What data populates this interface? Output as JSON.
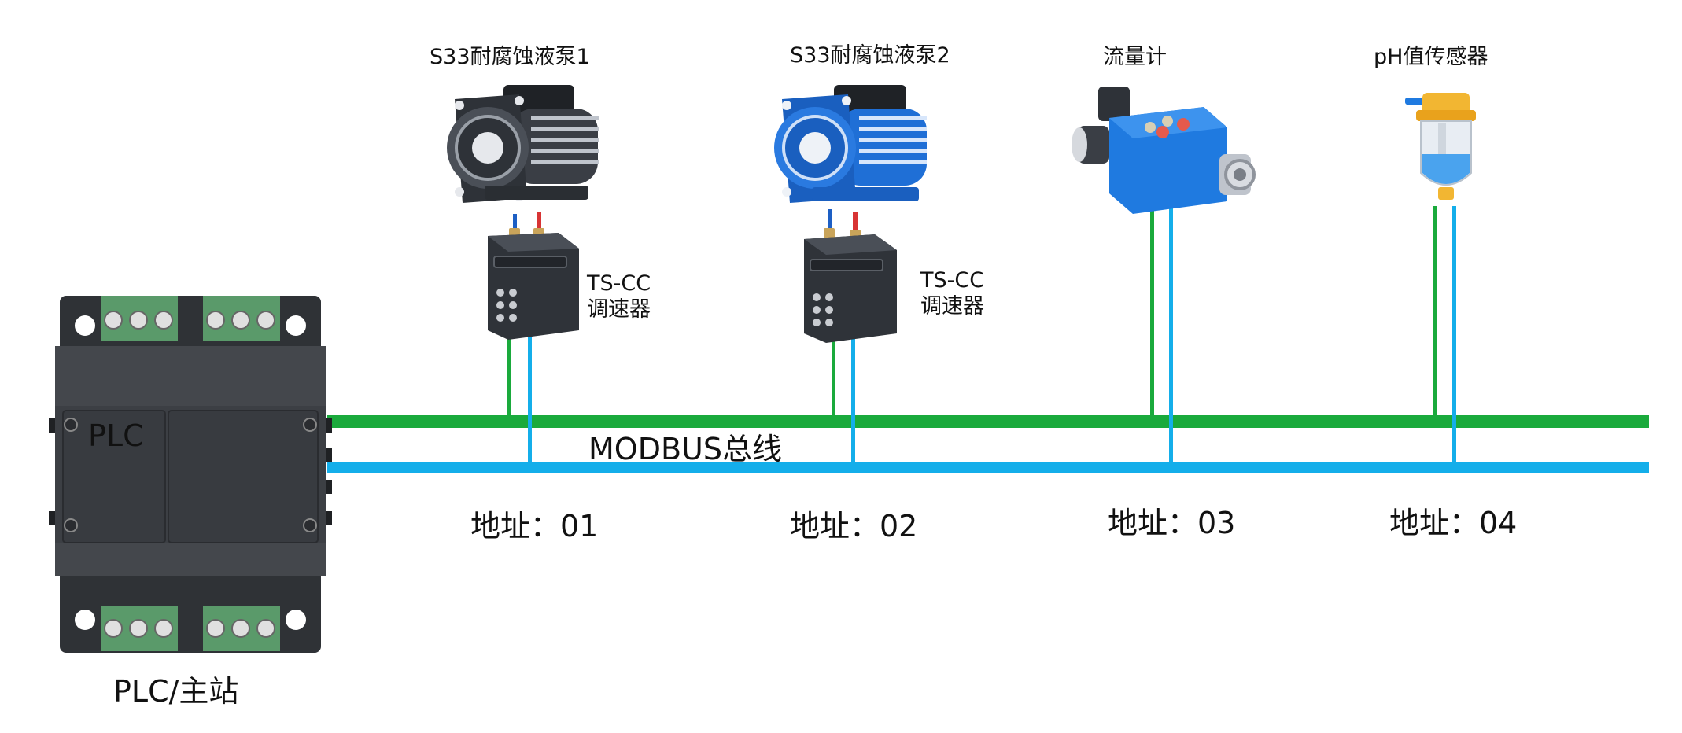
{
  "bus": {
    "label": "MODBUS总线",
    "colors": {
      "green": "#1aaa3c",
      "blue": "#14aeea"
    }
  },
  "plc": {
    "text": "PLC",
    "caption": "PLC/主站",
    "body_color": "#3c3f44",
    "terminal_color": "#5a9a6a"
  },
  "devices": [
    {
      "title": "S33耐腐蚀液泵1",
      "controller_label_line1": "TS-CC",
      "controller_label_line2": "调速器",
      "address": "地址：01",
      "icon": "pump-dark-icon"
    },
    {
      "title": "S33耐腐蚀液泵2",
      "controller_label_line1": "TS-CC",
      "controller_label_line2": "调速器",
      "address": "地址：02",
      "icon": "pump-blue-icon"
    },
    {
      "title": "流量计",
      "address": "地址：03",
      "icon": "flowmeter-icon"
    },
    {
      "title": "pH值传感器",
      "address": "地址：04",
      "icon": "ph-sensor-icon"
    }
  ]
}
